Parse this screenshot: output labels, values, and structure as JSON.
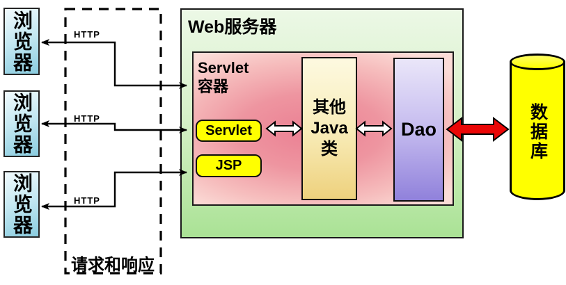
{
  "browsers": [
    {
      "label": "浏览器"
    },
    {
      "label": "浏览器"
    },
    {
      "label": "浏览器"
    }
  ],
  "connections": {
    "http1": "HTTP",
    "http2": "HTTP",
    "http3": "HTTP"
  },
  "request_response_box": {
    "label": "请求和响应"
  },
  "web_server": {
    "title": "Web服务器"
  },
  "servlet_container": {
    "title_line1": "Servlet",
    "title_line2": "容器"
  },
  "components": {
    "servlet": {
      "label": "Servlet"
    },
    "jsp": {
      "label": "JSP"
    },
    "other_java": {
      "line1": "其他",
      "line2": "Java",
      "line3": "类"
    },
    "dao": {
      "label": "Dao"
    }
  },
  "database": {
    "label": "数据库"
  },
  "colors": {
    "browser_gradient_start": "#f1fafd",
    "browser_gradient_end": "#8accdf",
    "web_server_gradient_start": "#ecf8e6",
    "web_server_gradient_end": "#aae295",
    "servlet_container_center": "#eb8093",
    "servlet_container_edge": "#fbdcd7",
    "component_yellow": "#ffff00",
    "other_java_gradient_start": "#fdf9e0",
    "other_java_gradient_end": "#eed17d",
    "dao_gradient_start": "#eae6f9",
    "dao_gradient_end": "#9081db",
    "database_yellow": "#ffff00",
    "red_arrow": "#ea0606",
    "line_color": "#000000"
  }
}
